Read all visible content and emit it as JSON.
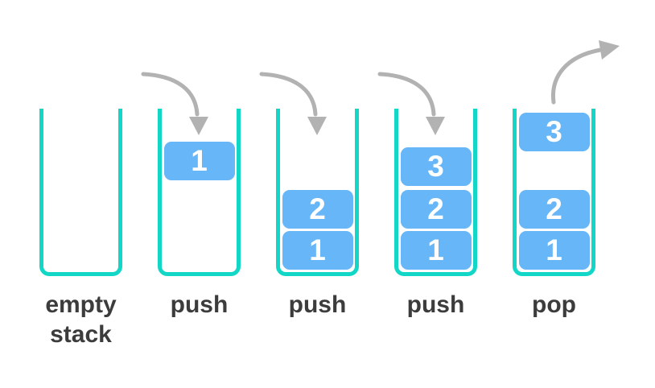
{
  "colors": {
    "background": "#ffffff",
    "stack_border": "#13d7c6",
    "block_fill": "#66b6f8",
    "block_text": "#ffffff",
    "arrow": "#b2b2b2",
    "label_text": "#3c3c3c"
  },
  "stacks": [
    {
      "name": "empty-stack",
      "label_lines": [
        "empty",
        "stack"
      ],
      "operation": "none",
      "blocks": []
    },
    {
      "name": "push-first",
      "label_lines": [
        "push"
      ],
      "operation": "push",
      "blocks": [
        {
          "value": "1",
          "slot": "falling"
        }
      ]
    },
    {
      "name": "push-second",
      "label_lines": [
        "push"
      ],
      "operation": "push",
      "blocks": [
        {
          "value": "2",
          "slot": "middle"
        },
        {
          "value": "1",
          "slot": "bottom"
        }
      ]
    },
    {
      "name": "push-third",
      "label_lines": [
        "push"
      ],
      "operation": "push",
      "blocks": [
        {
          "value": "3",
          "slot": "upper"
        },
        {
          "value": "2",
          "slot": "middle"
        },
        {
          "value": "1",
          "slot": "bottom"
        }
      ]
    },
    {
      "name": "pop",
      "label_lines": [
        "pop"
      ],
      "operation": "pop",
      "blocks": [
        {
          "value": "3",
          "slot": "peak"
        },
        {
          "value": "2",
          "slot": "middle"
        },
        {
          "value": "1",
          "slot": "bottom"
        }
      ]
    }
  ]
}
